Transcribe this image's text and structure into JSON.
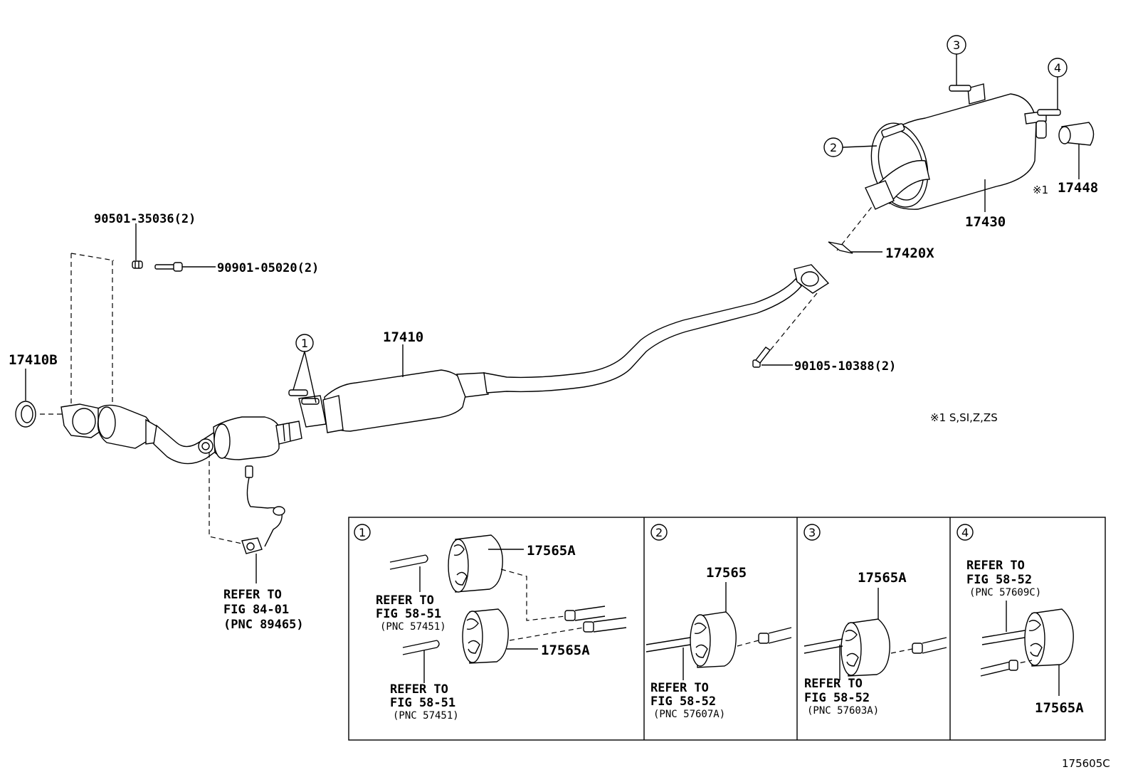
{
  "labels": {
    "p17410B": "17410B",
    "p90501": "90501-35036(2)",
    "p90901": "90901-05020(2)",
    "p17410": "17410",
    "p90105": "90105-10388(2)",
    "p17420X": "17420X",
    "p17430": "17430",
    "p17448": "17448",
    "mark1": "※1",
    "note1": "※1  S,SI,Z,ZS",
    "refer_sensor": [
      "REFER TO",
      "FIG 84-01",
      "(PNC 89465)"
    ],
    "figure_id": "175605C"
  },
  "callouts": {
    "c1": "1",
    "c2": "2",
    "c3": "3",
    "c4": "4"
  },
  "details": {
    "d1": {
      "num": "1",
      "part_top": "17565A",
      "part_bottom": "17565A",
      "ref_top": [
        "REFER TO",
        "FIG 58-51",
        "(PNC 57451)"
      ],
      "ref_bottom": [
        "REFER TO",
        "FIG 58-51",
        "(PNC 57451)"
      ]
    },
    "d2": {
      "num": "2",
      "part": "17565",
      "ref": [
        "REFER TO",
        "FIG 58-52",
        "(PNC 57607A)"
      ]
    },
    "d3": {
      "num": "3",
      "part": "17565A",
      "ref": [
        "REFER TO",
        "FIG 58-52",
        "(PNC 57603A)"
      ]
    },
    "d4": {
      "num": "4",
      "part": "17565A",
      "ref": [
        "REFER TO",
        "FIG 58-52",
        "(PNC 57609C)"
      ]
    }
  }
}
